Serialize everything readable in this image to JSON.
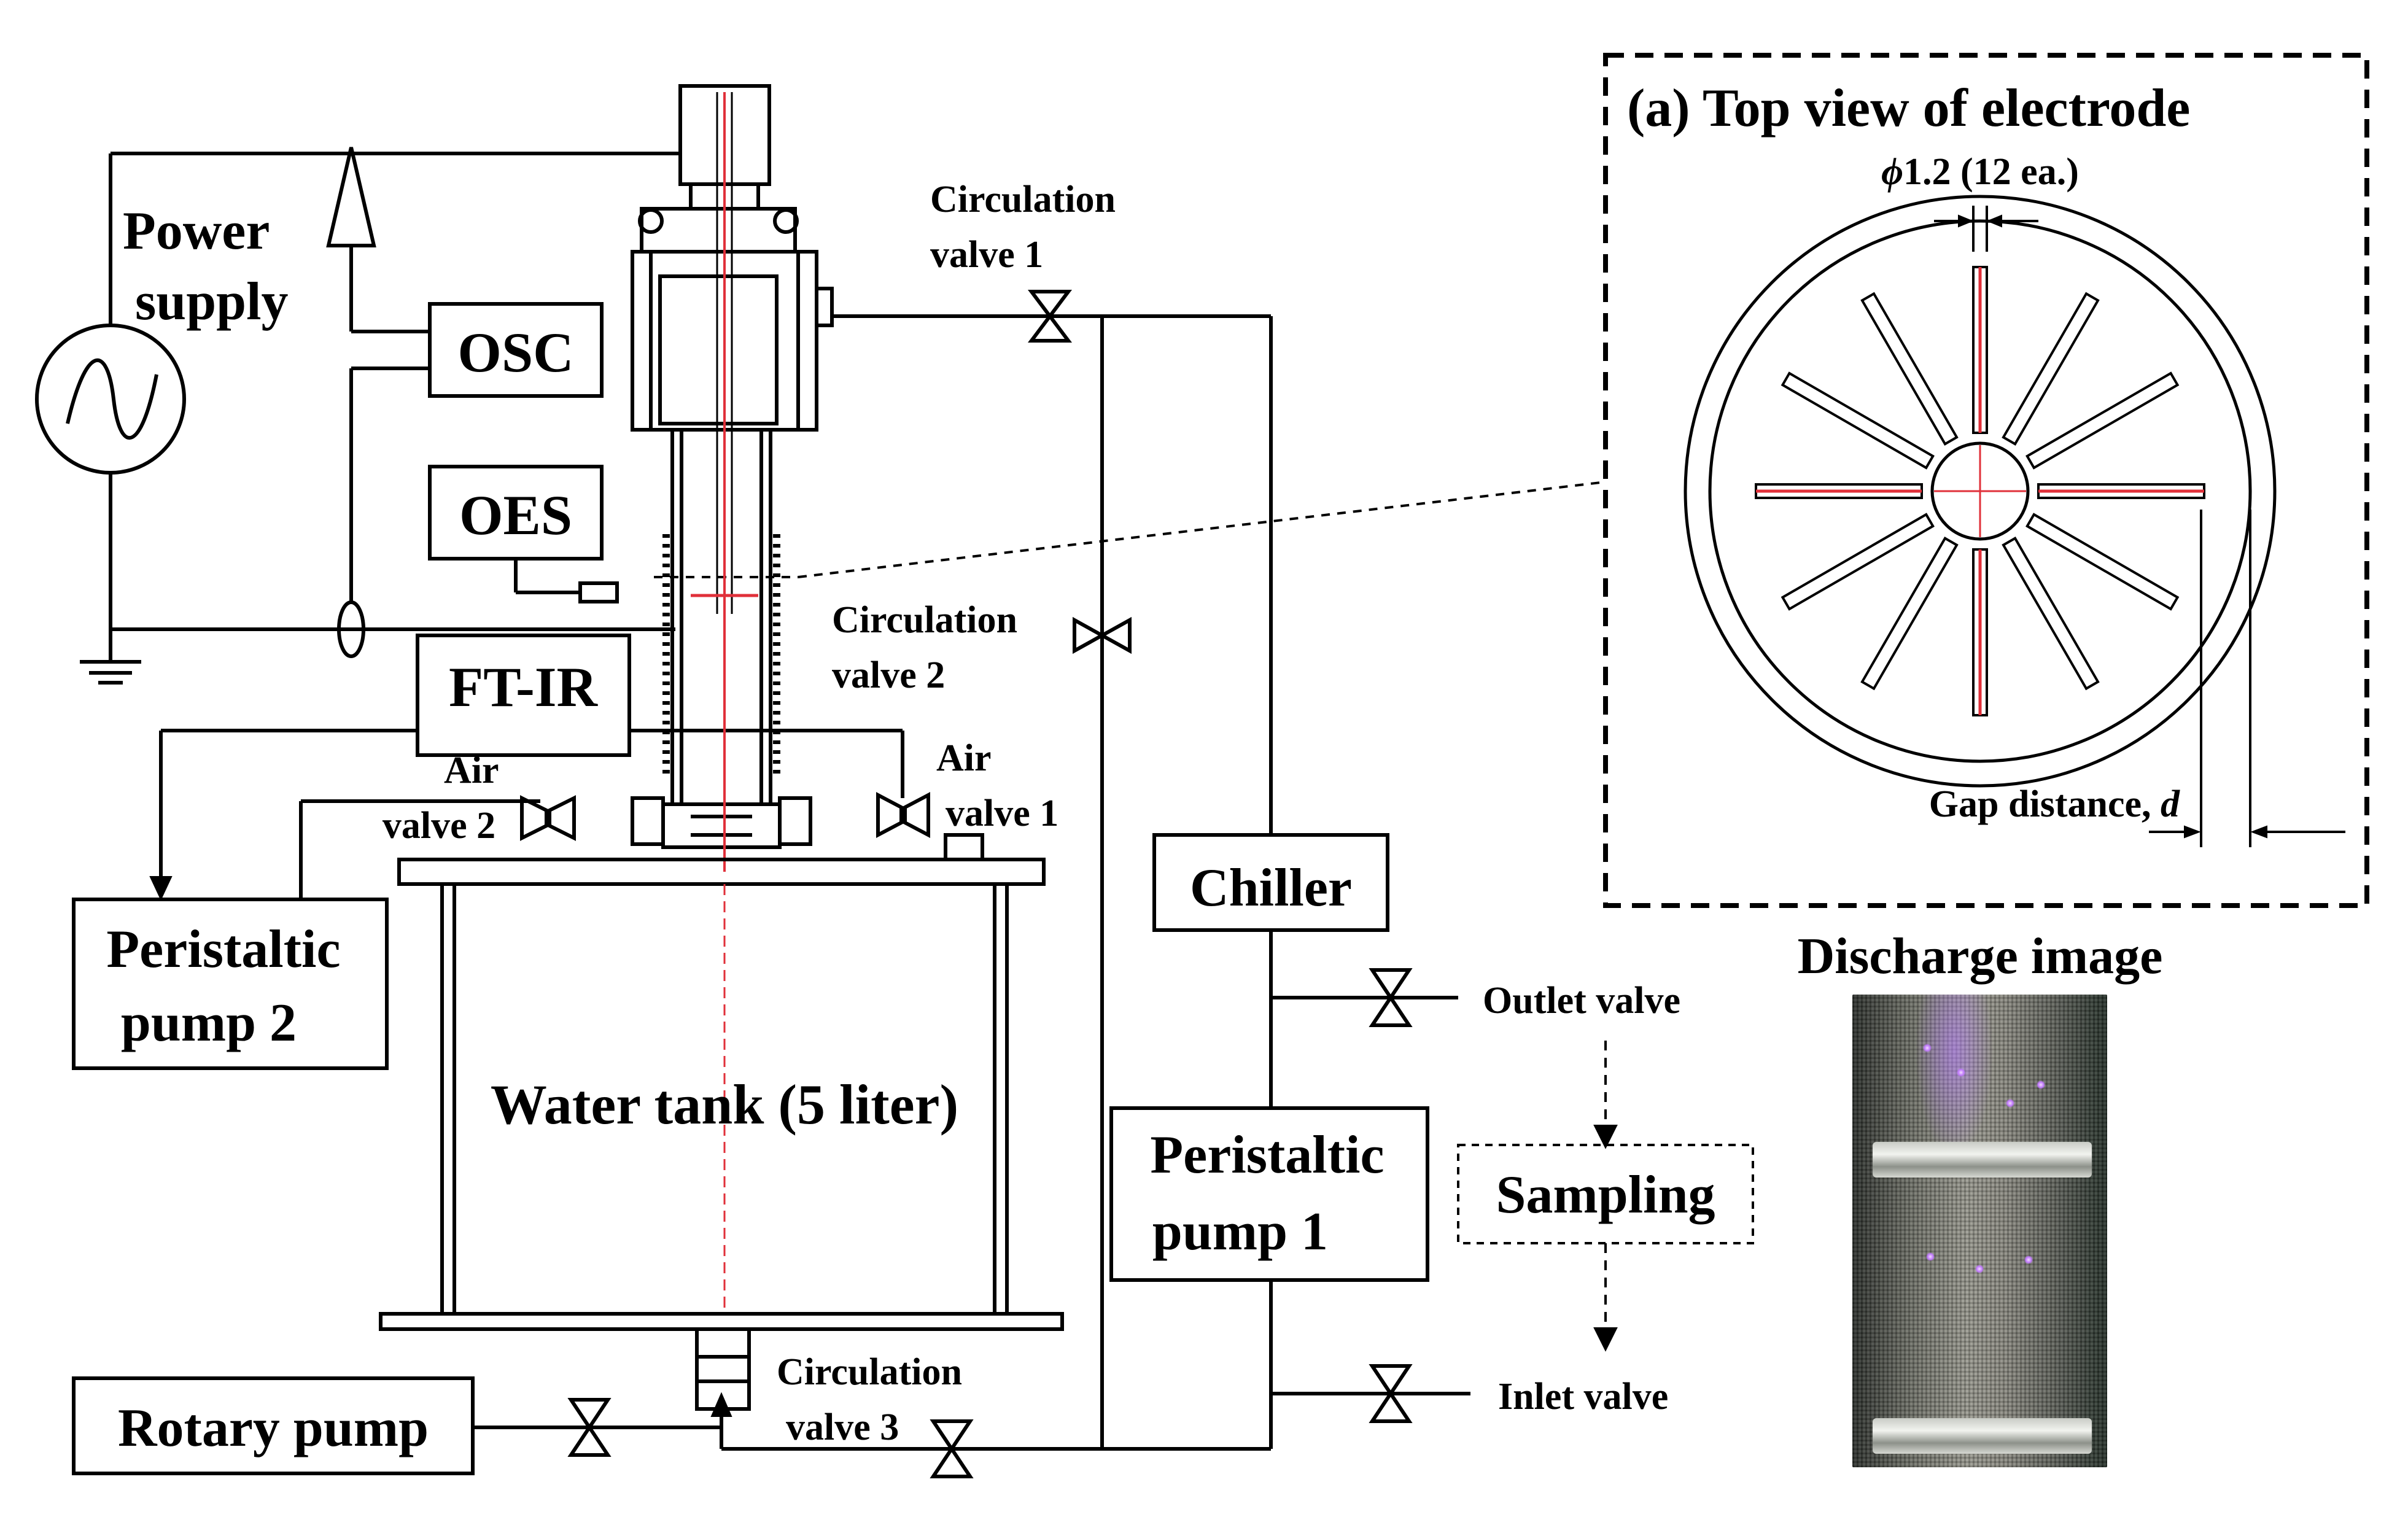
{
  "figure": {
    "power_supply_label": [
      "Power",
      "supply"
    ],
    "osc_label": "OSC",
    "oes_label": "OES",
    "ftir_label": "FT-IR",
    "peristaltic_pump_2_label": [
      "Peristaltic",
      "pump 2"
    ],
    "peristaltic_pump_1_label": [
      "Peristaltic",
      "pump 1"
    ],
    "rotary_pump_label": "Rotary pump",
    "chiller_label": "Chiller",
    "sampling_label": "Sampling",
    "water_tank_label": "Water tank (5 liter)",
    "circulation_valve_1_label": [
      "Circulation",
      "valve 1"
    ],
    "circulation_valve_2_label": [
      "Circulation",
      "valve 2"
    ],
    "circulation_valve_3_label": [
      "Circulation",
      "valve 3"
    ],
    "air_valve_1_label": [
      "Air",
      "valve 1"
    ],
    "air_valve_2_label": [
      "Air",
      "valve 2"
    ],
    "outlet_valve_label": "Outlet valve",
    "inlet_valve_label": "Inlet valve",
    "inset_title": "(a) Top view of electrode",
    "inset_hole_spec_symbol": "ϕ",
    "inset_hole_spec": "1.2 (12 ea.)",
    "inset_gap_label": "Gap distance, ",
    "inset_gap_symbol": "d",
    "discharge_image_title": "Discharge image"
  },
  "colors": {
    "line": "#000000",
    "electrode_red": "#e0303a",
    "background": "#ffffff"
  }
}
